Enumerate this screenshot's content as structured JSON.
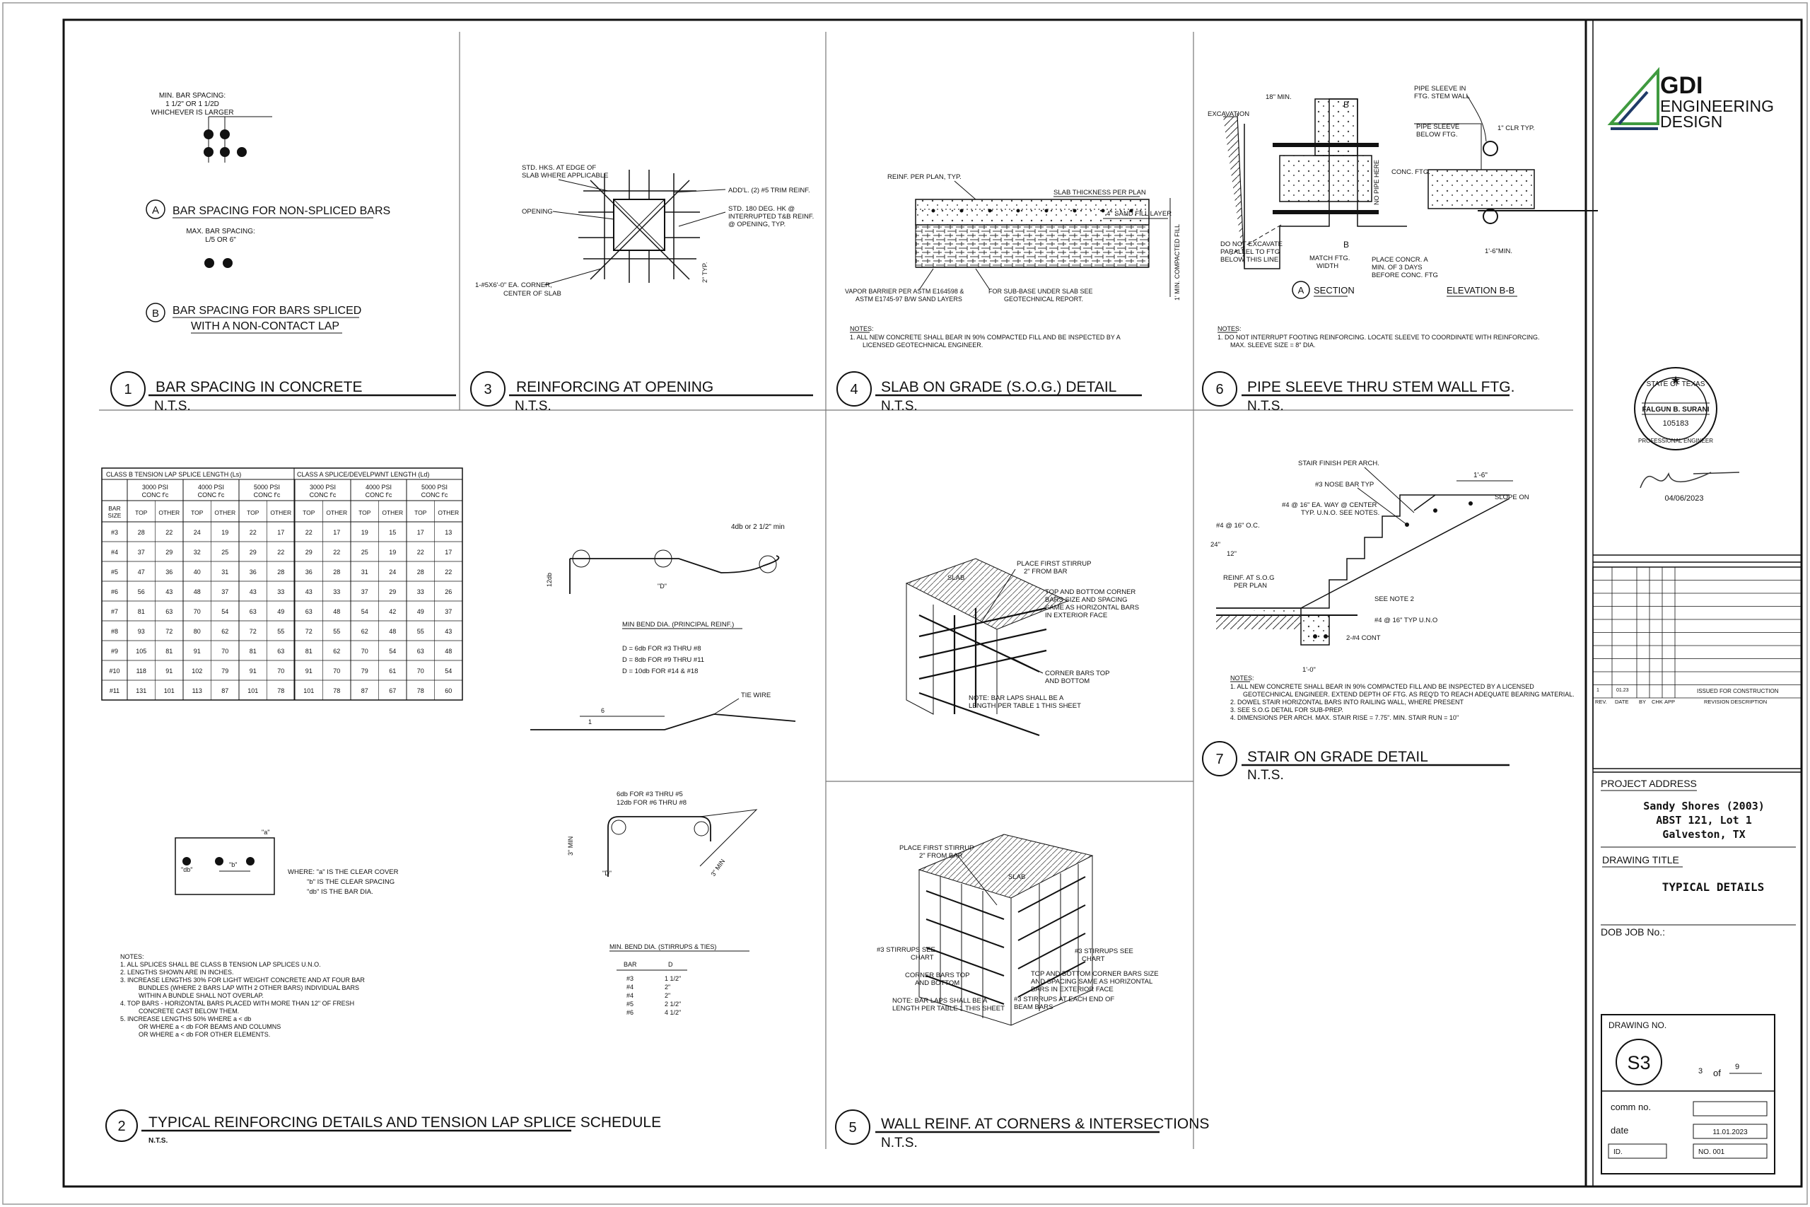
{
  "company": {
    "line1": "GDI",
    "line2": "ENGINEERING",
    "line3": "DESIGN",
    "color_dark": "#1f3a68",
    "color_green": "#3f9a3f"
  },
  "seal": {
    "top": "STATE OF TEXAS",
    "name": "FALGUN B. SURANI",
    "number": "105183",
    "bottom": "PROFESSIONAL ENGINEER",
    "date": "04/06/2023"
  },
  "revisions": {
    "row_rev": "1",
    "row_date": "01.23",
    "row_desc": "ISSUED FOR CONSTRUCTION",
    "headers": [
      "REV.",
      "DATE",
      "BY",
      "CHK",
      "APP",
      "REVISION DESCRIPTION"
    ]
  },
  "project": {
    "label": "PROJECT ADDRESS",
    "line1": "Sandy Shores (2003)",
    "line2": "ABST 121, Lot 1",
    "line3": "Galveston, TX"
  },
  "drawing": {
    "title_label": "DRAWING TITLE",
    "title": "TYPICAL DETAILS",
    "dob_label": "DOB JOB No.:",
    "no_label": "DRAWING NO.",
    "number": "S3",
    "sheet": "3",
    "of": "of",
    "total": "9",
    "comm_label": "comm no.",
    "date_label": "date",
    "date_value": "11.01.2023",
    "id_label": "ID.",
    "id_value": "NO. 001"
  },
  "details": [
    {
      "num": "1",
      "title": "BAR SPACING IN CONCRETE",
      "scale": "N.T.S."
    },
    {
      "num": "3",
      "title": "REINFORCING AT OPENING",
      "scale": "N.T.S."
    },
    {
      "num": "4",
      "title": "SLAB ON GRADE (S.O.G.) DETAIL",
      "scale": "N.T.S."
    },
    {
      "num": "6",
      "title": "PIPE SLEEVE THRU STEM WALL FTG.",
      "scale": "N.T.S."
    },
    {
      "num": "7",
      "title": "STAIR ON GRADE DETAIL",
      "scale": "N.T.S."
    },
    {
      "num": "2",
      "title": "TYPICAL REINFORCING DETAILS AND TENSION LAP SPLICE SCHEDULE",
      "scale": "N.T.S."
    },
    {
      "num": "5",
      "title": "WALL REINF. AT CORNERS & INTERSECTIONS",
      "scale": "N.T.S."
    }
  ],
  "d1": {
    "min_note": "MIN. BAR SPACING:",
    "min_note2": "1 1/2\" OR 1 1/2D",
    "min_note3": "WHICHEVER IS LARGER",
    "a_tag": "A",
    "a_label": "BAR SPACING FOR NON-SPLICED BARS",
    "max_note": "MAX. BAR SPACING:",
    "max_note2": "L/5 OR 6\"",
    "b_tag": "B",
    "b_label1": "BAR SPACING FOR BARS SPLICED",
    "b_label2": "WITH A NON-CONTACT LAP"
  },
  "d3": {
    "l1": "STD. HKS. AT EDGE OF",
    "l2": "SLAB WHERE APPLICABLE",
    "l3": "OPENING",
    "l4": "1-#5X6'-0\" EA. CORNER,",
    "l5": "CENTER OF SLAB",
    "r1": "ADD'L. (2) #5 TRIM REINF.",
    "r2": "STD. 180 DEG. HK @",
    "r3": "INTERRUPTED T&B REINF.",
    "r4": "@ OPENING, TYP.",
    "dim": "2\" TYP."
  },
  "d4": {
    "l1": "REINF. PER PLAN, TYP.",
    "l2": "SLAB THICKNESS PER PLAN",
    "l3": "4\" SAND FILL LAYER",
    "l4": "VAPOR BARRIER PER ASTM E164598 &",
    "l5": "ASTM E1745-97 B/W SAND LAYERS",
    "l6": "FOR SUB-BASE UNDER SLAB SEE",
    "l7": "GEOTECHNICAL REPORT.",
    "dim": "1' MIN. COMPACTED FILL",
    "notes": "NOTES:",
    "n1": "1.   ALL NEW CONCRETE SHALL BEAR IN 90% COMPACTED FILL AND BE INSPECTED BY A",
    "n2": "LICENSED GEOTECHNICAL ENGINEER."
  },
  "d6": {
    "l1": "18\" MIN.",
    "l2": "EXCAVATION",
    "l3": "DO NOT EXCAVATE",
    "l4": "PARALLEL TO FTG",
    "l5": "BELOW THIS LINE",
    "l6": "MATCH FTG.",
    "l7": "WIDTH",
    "l8": "PIPE SLEEVE IN",
    "l9": "FTG. STEM WALL",
    "l10": "PIPE SLEEVE",
    "l11": "BELOW FTG.",
    "l12": "CONC. FTG.",
    "l13": "PLACE CONCR. A",
    "l14": "MIN. OF 3 DAYS",
    "l15": "BEFORE CONC. FTG",
    "l16": "1\" CLR TYP.",
    "l17": "1'-6\"MIN.",
    "l18": "NO PIPE HERE",
    "b": "B",
    "sec_tag": "A",
    "sec": "SECTION",
    "elev": "ELEVATION B-B",
    "notes": "NOTES:",
    "n1": "1.   DO NOT INTERRUPT FOOTING REINFORCING. LOCATE SLEEVE TO COORDINATE WITH REINFORCING.",
    "n2": "MAX. SLEEVE SIZE = 8\" DIA."
  },
  "d7": {
    "l1": "STAIR FINISH PER ARCH.",
    "l2": "#3 NOSE BAR TYP",
    "l3": "#4 @ 16\" EA. WAY @ CENTER",
    "l4": "TYP. U.N.O. SEE NOTES.",
    "l5": "#4 @ 16\" O.C.",
    "l6": "24\"",
    "l7": "12\"",
    "l8": "REINF. AT S.O.G",
    "l9": "PER PLAN",
    "l10": "SEE NOTE 2",
    "l11": "#4 @ 16\" TYP U.N.O",
    "l12": "2-#4 CONT",
    "l13": "1'-6\"",
    "l14": "SLOPE ON",
    "l15": "1'-0\"",
    "notes": "NOTES:",
    "n1": "1.   ALL NEW CONCRETE SHALL BEAR IN 90% COMPACTED FILL AND BE INSPECTED BY A LICENSED",
    "n1b": "GEOTECHNICAL ENGINEER. EXTEND DEPTH OF FTG. AS REQ'D TO REACH ADEQUATE BEARING MATERIAL.",
    "n2": "2.   DOWEL STAIR HORIZONTAL BARS INTO RAILING WALL, WHERE PRESENT",
    "n3": "3.   SEE S.O.G DETAIL FOR SUB-PREP.",
    "n4": "4.   DIMENSIONS PER ARCH. MAX. STAIR RISE = 7.75\". MIN. STAIR RUN = 10\""
  },
  "d2_table": {
    "group1": "CLASS B TENSION LAP SPLICE LENGTH (Ls)",
    "group2": "CLASS A SPLICE/DEVELPWNT LENGTH (Ld)",
    "psi": [
      "3000 PSI",
      "4000 PSI",
      "5000 PSI",
      "3000 PSI",
      "4000 PSI",
      "5000 PSI"
    ],
    "conc": "CONC f'c",
    "bar": "BAR",
    "size": "SIZE",
    "top": "TOP",
    "other": "OTHER",
    "rows": [
      [
        "#3",
        "28",
        "22",
        "24",
        "19",
        "22",
        "17",
        "22",
        "17",
        "19",
        "15",
        "17",
        "13"
      ],
      [
        "#4",
        "37",
        "29",
        "32",
        "25",
        "29",
        "22",
        "29",
        "22",
        "25",
        "19",
        "22",
        "17"
      ],
      [
        "#5",
        "47",
        "36",
        "40",
        "31",
        "36",
        "28",
        "36",
        "28",
        "31",
        "24",
        "28",
        "22"
      ],
      [
        "#6",
        "56",
        "43",
        "48",
        "37",
        "43",
        "33",
        "43",
        "33",
        "37",
        "29",
        "33",
        "26"
      ],
      [
        "#7",
        "81",
        "63",
        "70",
        "54",
        "63",
        "49",
        "63",
        "48",
        "54",
        "42",
        "49",
        "37"
      ],
      [
        "#8",
        "93",
        "72",
        "80",
        "62",
        "72",
        "55",
        "72",
        "55",
        "62",
        "48",
        "55",
        "43"
      ],
      [
        "#9",
        "105",
        "81",
        "91",
        "70",
        "81",
        "63",
        "81",
        "62",
        "70",
        "54",
        "63",
        "48"
      ],
      [
        "#10",
        "118",
        "91",
        "102",
        "79",
        "91",
        "70",
        "91",
        "70",
        "79",
        "61",
        "70",
        "54"
      ],
      [
        "#11",
        "131",
        "101",
        "113",
        "87",
        "101",
        "78",
        "101",
        "78",
        "87",
        "67",
        "78",
        "60"
      ]
    ]
  },
  "d2": {
    "hook": "4db or 2 1/2\" min",
    "bend_title": "MIN BEND DIA. (PRINCIPAL REINF.)",
    "b1": "D = 6db FOR #3 THRU #8",
    "b2": "D = 8db FOR #9 THRU #11",
    "b3": "D = 10db FOR #14 & #18",
    "tie": "TIE WIRE",
    "six": "6",
    "one": "1",
    "twelve": "12db",
    "d_label": "\"D\"",
    "st1": "6db FOR #3 THRU #5",
    "st2": "12db FOR #6 THRU #8",
    "st_min": "3\" MIN",
    "st_min2": "3\" MIN",
    "a_lbl": "\"a\"",
    "b_lbl": "\"b\"",
    "db_lbl": "\"db\"",
    "w1": "WHERE: \"a\" IS THE CLEAR COVER",
    "w2": "\"b\" IS THE CLEAR SPACING",
    "w3": "\"db\" IS THE BAR DIA.",
    "st_title": "MIN. BEND DIA. (STIRRUPS & TIES)",
    "st_bar": "BAR",
    "st_d": "D",
    "st_rows": [
      [
        "#3",
        "1 1/2\""
      ],
      [
        "#4",
        "2\""
      ],
      [
        "#4",
        "2\""
      ],
      [
        "#5",
        "2 1/2\""
      ],
      [
        "#6",
        "4 1/2\""
      ]
    ],
    "notes": "NOTES:",
    "n1": "1.    ALL SPLICES SHALL BE CLASS B TENSION LAP SPLICES U.N.O.",
    "n2": "2.    LENGTHS SHOWN ARE IN INCHES.",
    "n3": "3.    INCREASE LENGTHS 30% FOR LIGHT WEIGHT CONCRETE AND AT FOUR BAR",
    "n3b": "BUNDLES (WHERE 2 BARS LAP WITH 2 OTHER BARS) INDIVIDUAL BARS",
    "n3c": "WITHIN A BUNDLE SHALL NOT OVERLAP.",
    "n4": "4.    TOP BARS - HORIZONTAL BARS PLACED WITH MORE THAN 12\" OF FRESH",
    "n4b": "CONCRETE CAST BELOW THEM.",
    "n5": "5.    INCREASE LENGTHS 50% WHERE a < db",
    "n5b": "OR WHERE a < db FOR BEAMS AND COLUMNS",
    "n5c": "OR WHERE a < db FOR OTHER ELEMENTS."
  },
  "iso1": {
    "slab": "SLAB",
    "l1": "PLACE FIRST STIRRUP",
    "l2": "2\" FROM BAR",
    "l3": "TOP AND BOTTOM CORNER",
    "l4": "BARS SIZE AND SPACING",
    "l5": "SAME AS HORIZONTAL BARS",
    "l6": "IN EXTERIOR FACE",
    "l7": "CORNER BARS TOP",
    "l8": "AND BOTTOM",
    "l9": "NOTE: BAR LAPS SHALL BE A",
    "l10": "LENGTH PER TABLE 1 THIS SHEET"
  },
  "iso2": {
    "slab": "SLAB",
    "l1": "PLACE FIRST STIRRUP",
    "l2": "2\" FROM BAR",
    "l3": "#3 STIRRUPS SEE",
    "l4": "CHART",
    "l5": "#3 STIRRUPS SEE",
    "l6": "CHART",
    "l7": "CORNER BARS TOP",
    "l8": "AND BOTTOM",
    "l9": "TOP AND BOTTOM CORNER BARS SIZE",
    "l10": "AND SPACING SAME AS HORIZONTAL",
    "l11": "BARS IN EXTERIOR FACE",
    "l12": "#3 STIRRUPS AT EACH END OF",
    "l13": "BEAM BARS",
    "l14": "NOTE: BAR LAPS SHALL BE A",
    "l15": "LENGTH PER TABLE 1 THIS SHEET"
  }
}
